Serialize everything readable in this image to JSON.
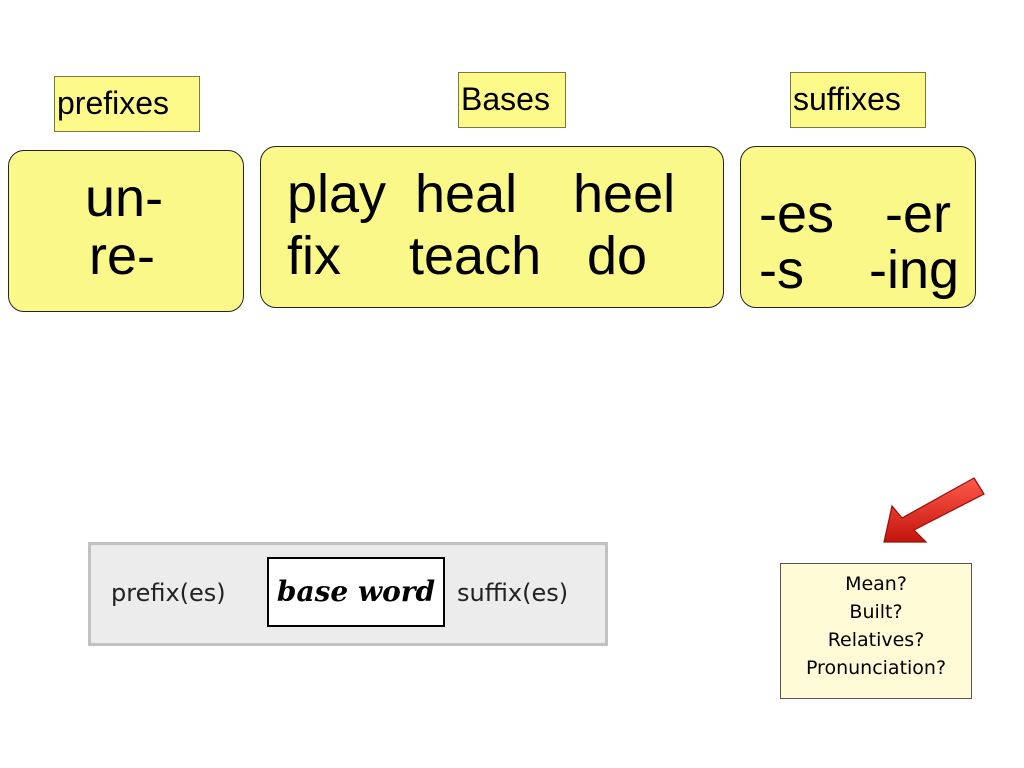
{
  "labels": {
    "prefixes": "prefixes",
    "bases": "Bases",
    "suffixes": "suffixes"
  },
  "prefixes_box": {
    "line1": "un-",
    "line2": "re-"
  },
  "bases_box": {
    "words": [
      "play",
      "heal",
      "heel",
      "fix",
      "teach",
      "do"
    ]
  },
  "suffixes_box": {
    "words": [
      "-es",
      "-er",
      "-s",
      "-ing"
    ]
  },
  "formula": {
    "prefix": "prefix(es)",
    "base": "base word",
    "suffix": "suffix(es)"
  },
  "questions": [
    "Mean?",
    "Built?",
    "Relatives?",
    "Pronunciation?"
  ],
  "colors": {
    "box_fill": "#fbf88a",
    "arrow": "#e8241c",
    "question_fill": "#fefbd6"
  },
  "icons": {
    "pointer": "red-arrow-icon"
  }
}
